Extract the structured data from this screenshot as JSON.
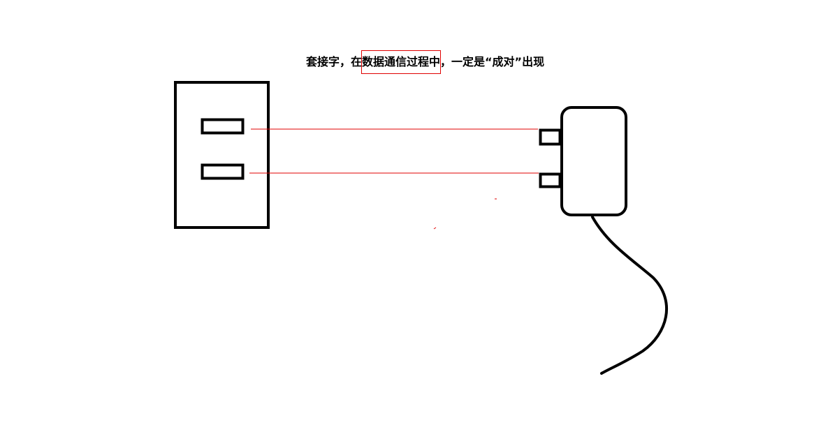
{
  "caption": {
    "before": "套接字，在",
    "highlight": "数据通信过程中",
    "after": "，一定是“成对”出现"
  },
  "colors": {
    "outline": "#000000",
    "connector": "#e00000",
    "highlight_box": "#e00000"
  },
  "icons": [
    "wall-socket",
    "power-plug",
    "power-cord"
  ]
}
